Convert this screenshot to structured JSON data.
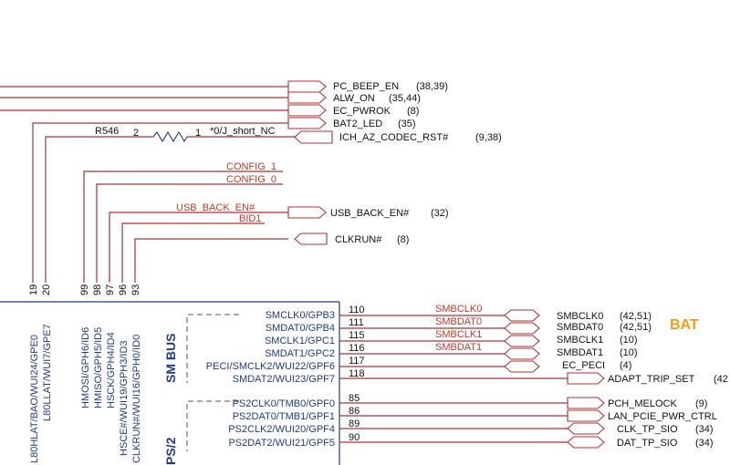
{
  "output_ports": [
    {
      "name": "PC_BEEP_EN",
      "ref": "(38,39)"
    },
    {
      "name": "ALW_ON",
      "ref": "(35,44)"
    },
    {
      "name": "EC_PWROK",
      "ref": "(8)"
    },
    {
      "name": "BAT2_LED",
      "ref": "(35)"
    },
    {
      "name": "ICH_AZ_CODEC_RST#",
      "ref": "(9,38)"
    },
    {
      "name": "USB_BACK_EN#",
      "ref": "(32)"
    },
    {
      "name": "CLKRUN#",
      "ref": "(8)"
    }
  ],
  "resistor": {
    "ref": "R546",
    "pin_left": "2",
    "pin_right": "1",
    "value": "*0/J_short_NC"
  },
  "nets": {
    "config1": "CONFIG_1",
    "config0": "CONFIG_0",
    "usb_back_en": "USB_BACK_EN#",
    "bid1": "BID1"
  },
  "vertical_pins": [
    {
      "num": "19",
      "name": "L80HLAT/BAO/WUI24/GPE0"
    },
    {
      "num": "20",
      "name": "L80LLAT/WUI7/GPE7"
    },
    {
      "num": "99",
      "name": "HMOSI/GPH6/ID6"
    },
    {
      "num": "98",
      "name": "HMISO/GPH5/ID5"
    },
    {
      "num": "97",
      "name": "HSCK/GPH4/ID4"
    },
    {
      "num": "96",
      "name": "HSCE#/WUI19/GPH3/ID3"
    },
    {
      "num": "93",
      "name": "CLKRUN#/WUI16/GPH0/ID0"
    }
  ],
  "smbus": {
    "label": "SM BUS",
    "pins": [
      {
        "pin": "SMCLK0/GPB3",
        "num": "110",
        "net": "SMBCLK0",
        "port": "SMBCLK0",
        "ref": "(42,51)"
      },
      {
        "pin": "SMDAT0/GPB4",
        "num": "111",
        "net": "SMBDAT0",
        "port": "SMBDAT0",
        "ref": "(42,51)"
      },
      {
        "pin": "SMCLK1/GPC1",
        "num": "115",
        "net": "SMBCLK1",
        "port": "SMBCLK1",
        "ref": "(10)"
      },
      {
        "pin": "SMDAT1/GPC2",
        "num": "116",
        "net": "SMBDAT1",
        "port": "SMBDAT1",
        "ref": "(10)"
      },
      {
        "pin": "PECI/SMCLK2/WUI22/GPF6",
        "num": "117",
        "net": "",
        "port": "EC_PECI",
        "ref": "(4)"
      },
      {
        "pin": "SMDAT2/WUI23/GPF7",
        "num": "118",
        "net": "",
        "port": "ADAPT_TRIP_SET",
        "ref": "(42"
      }
    ]
  },
  "bat_label": "BAT",
  "ps2": {
    "label": "PS/2",
    "pins": [
      {
        "pin": "PS2CLK0/TMB0/GPF0",
        "num": "85",
        "port": "PCH_MELOCK",
        "ref": "(9)"
      },
      {
        "pin": "PS2DAT0/TMB1/GPF1",
        "num": "86",
        "port": "LAN_PCIE_PWR_CTRL",
        "ref": ""
      },
      {
        "pin": "PS2CLK2/WUI20/GPF4",
        "num": "89",
        "port": "CLK_TP_SIO",
        "ref": "(34)"
      },
      {
        "pin": "PS2DAT2/WUI21/GPF5",
        "num": "90",
        "port": "DAT_TP_SIO",
        "ref": "(34)"
      }
    ]
  }
}
